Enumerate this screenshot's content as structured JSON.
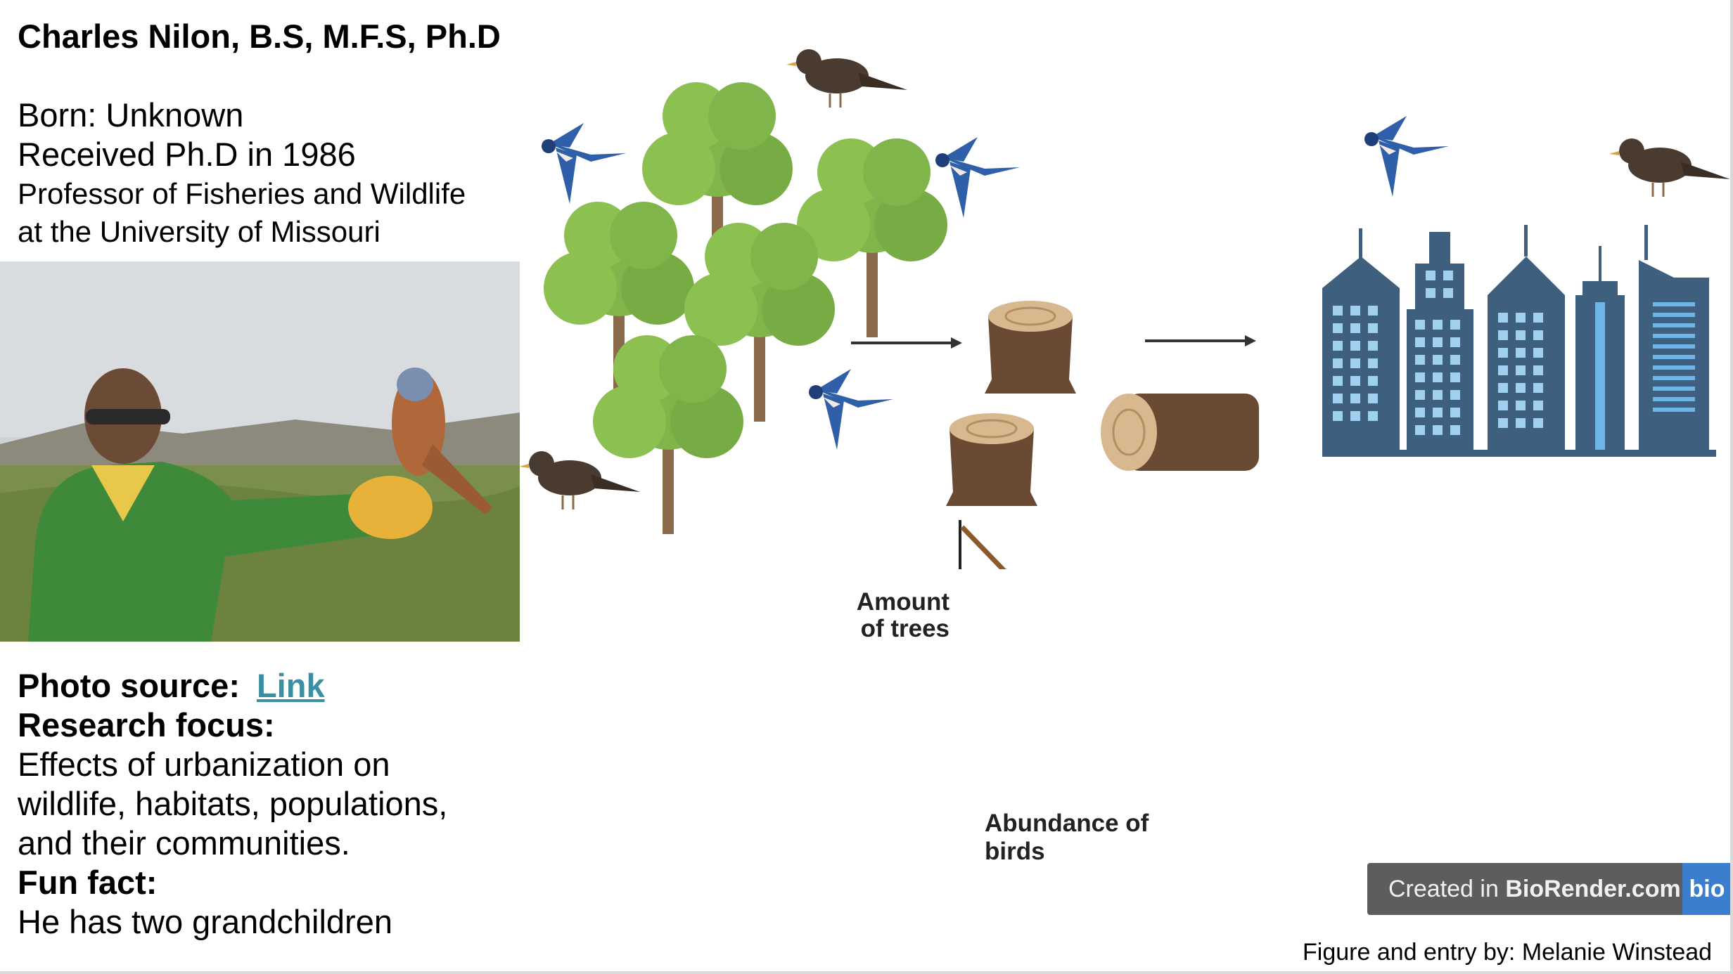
{
  "bio": {
    "name": "Charles Nilon, B.S, M.F.S, Ph.D",
    "born": "Born: Unknown",
    "phd": "Received Ph.D in 1986",
    "position_1": "Professor of Fisheries and Wildlife",
    "position_2": "at the University of Missouri"
  },
  "photo_source": {
    "label": "Photo source:",
    "link_text": "Link"
  },
  "research": {
    "label": "Research focus:",
    "line_1": "Effects of urbanization on",
    "line_2": "wildlife, habitats, populations,",
    "line_3": "and their communities."
  },
  "fun_fact": {
    "label": "Fun fact:",
    "text": "He has two grandchildren"
  },
  "figure": {
    "y_label_1": "Amount",
    "y_label_2": "of trees",
    "x_label": "Abundance of birds",
    "trend": "decreasing"
  },
  "badge": {
    "prefix": "Created in",
    "brand": "BioRender.com",
    "logo": "bio"
  },
  "credit": "Figure and entry by: Melanie Winstead",
  "colors": {
    "tree_green": "#7fb54a",
    "trunk": "#8a6a4a",
    "swallow_blue": "#2f5fa8",
    "blackbird": "#4a3b30",
    "building_blue": "#3f5f7f",
    "stump_brown": "#6b4a33",
    "trend_line": "#8b5a2b",
    "link": "#3b8fa3"
  }
}
